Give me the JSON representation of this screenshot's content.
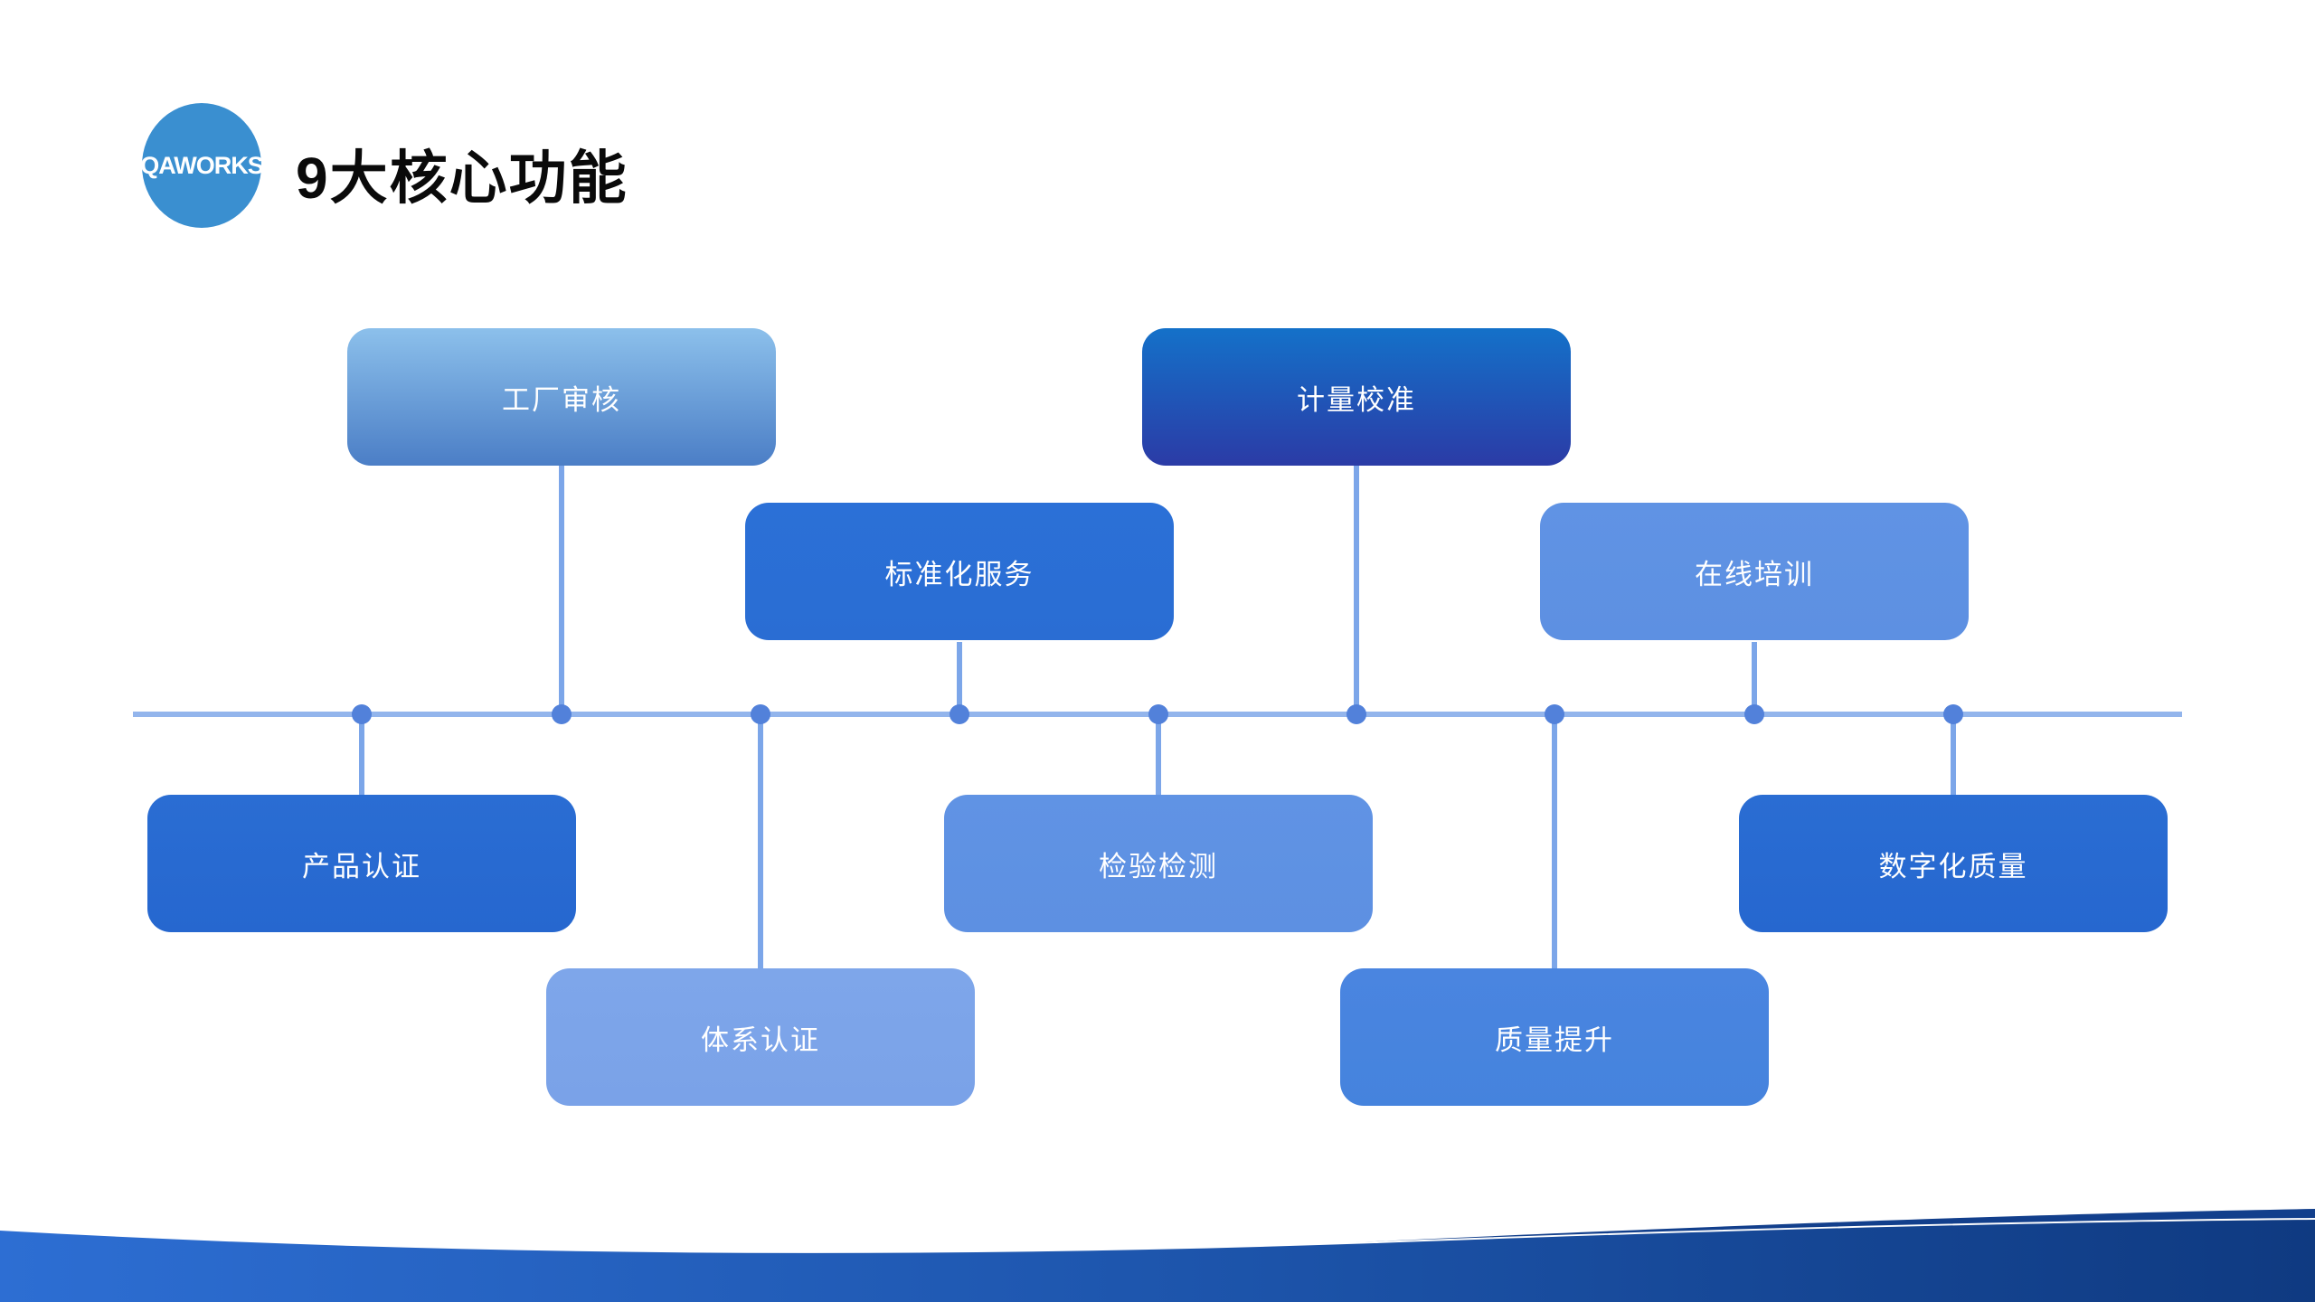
{
  "page": {
    "title": "9大核心功能"
  },
  "logo": {
    "text": "QAWORKS",
    "bg_color": "#3a8fd0"
  },
  "diagram": {
    "line_color": "#93b5ec",
    "connector_color": "#7ca6e9",
    "dot_color": "#5281da",
    "nodes": [
      {
        "label": "产品认证",
        "side": "bottom",
        "bg": "linear-gradient(180deg,#2a6dd3,#2667cf)"
      },
      {
        "label": "工厂审核",
        "side": "top",
        "bg": "linear-gradient(180deg,#8cc0eb,#4b7ec6)"
      },
      {
        "label": "体系认证",
        "side": "bottom",
        "bg": "linear-gradient(180deg,#7ea6ea,#7aa2e8)"
      },
      {
        "label": "标准化服务",
        "side": "top",
        "bg": "linear-gradient(180deg,#2b70d7,#2a6dd3)"
      },
      {
        "label": "检验检测",
        "side": "bottom",
        "bg": "linear-gradient(180deg,#6093e4,#5d90e2)"
      },
      {
        "label": "计量校准",
        "side": "top",
        "bg": "linear-gradient(180deg,#1471c9,#2b3ba6)"
      },
      {
        "label": "质量提升",
        "side": "bottom",
        "bg": "linear-gradient(180deg,#4a85e0,#4583dd)"
      },
      {
        "label": "在线培训",
        "side": "top",
        "bg": "linear-gradient(180deg,#6093e4,#5d90e2)"
      },
      {
        "label": "数字化质量",
        "side": "bottom",
        "bg": "linear-gradient(180deg,#2a6dd3,#2667cf)"
      }
    ]
  },
  "wave": {
    "front_left": "#2d6ed3",
    "front_mid": "#1c53a9",
    "front_right": "#0f3a81",
    "back": "#123f8c"
  }
}
